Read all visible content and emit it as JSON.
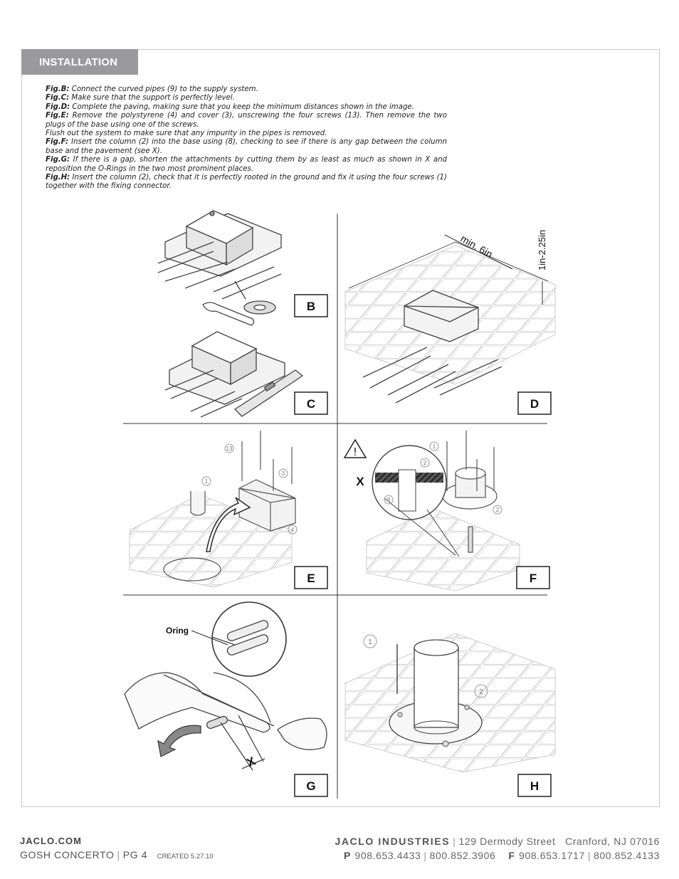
{
  "section_tab": "INSTALLATION",
  "instructions": [
    {
      "fig": "Fig.B:",
      "text": "Connect the curved pipes (9) to the supply system."
    },
    {
      "fig": "Fig.C:",
      "text": "Make sure that the support is perfectly level."
    },
    {
      "fig": "Fig.D:",
      "text": "Complete the paving, making sure that you keep the minimum distances shown in the image."
    },
    {
      "fig": "Fig.E:",
      "text": "Remove the polystyrene (4) and cover (3), unscrewing the four screws (13). Then remove the two plugs of the base using one of the screws."
    },
    {
      "fig": "",
      "text": "Flush out the system to make sure that any impurity in the pipes is removed."
    },
    {
      "fig": "Fig.F:",
      "text": "Insert the column (2) into the base using (8), checking to see if there is any gap between the column base and the pavement (see X)."
    },
    {
      "fig": "Fig.G:",
      "text": "If there is a gap, shorten the attachments by cutting them by as least as much as shown in X and reposition the O-Rings in the two most prominent places."
    },
    {
      "fig": "Fig.H:",
      "text": "Insert the column (2), check that it is perfectly rooted in the ground and fix it using the four screws (1) together with the fixing connector."
    }
  ],
  "figures": {
    "B": "B",
    "C": "C",
    "D": "D",
    "E": "E",
    "F": "F",
    "G": "G",
    "H": "H",
    "d_min": "min. 6in",
    "d_height": "1in-2.25in",
    "f_gap": "X",
    "g_oring": "Oring",
    "g_x": "X",
    "n1": "1",
    "n2": "2",
    "n3": "3",
    "n4": "4",
    "n8": "8",
    "n13": "13"
  },
  "footer": {
    "site": "JACLO.COM",
    "product": "GOSH CONCERTO",
    "page": "PG 4",
    "created": "CREATED 5.27.10",
    "company": "JACLO INDUSTRIES",
    "street": "129 Dermody Street",
    "city": "Cranford, NJ 07016",
    "p_label": "P",
    "phone": "908.653.4433",
    "phone2": "800.852.3906",
    "f_label": "F",
    "fax": "908.653.1717",
    "fax2": "800.852.4133"
  }
}
